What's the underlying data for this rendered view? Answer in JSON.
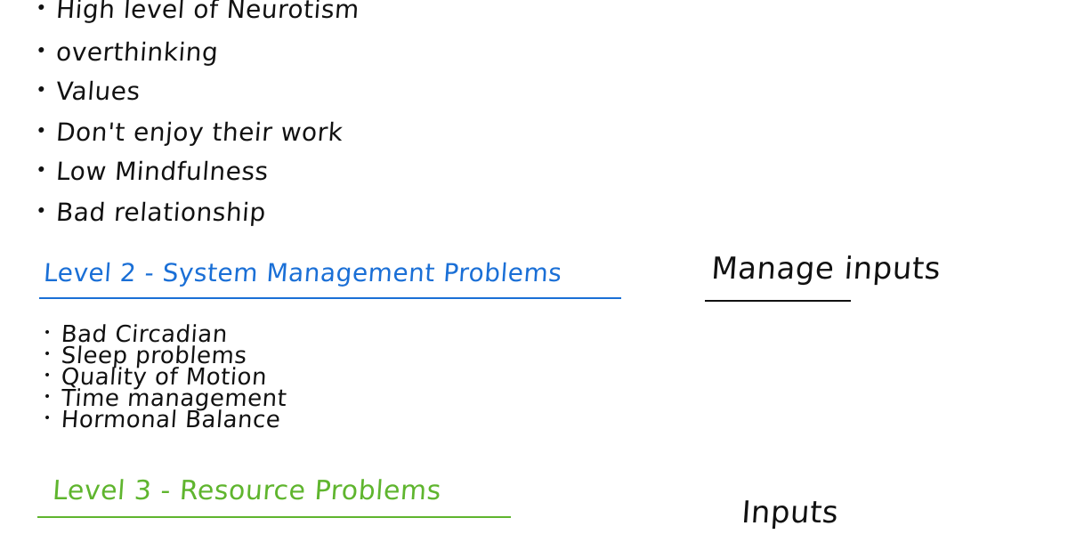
{
  "level1_items": [
    "High level of Neurotism",
    "overthinking",
    "Values",
    "Don't enjoy their work",
    "Low Mindfulness",
    "Bad relationship"
  ],
  "level2": {
    "heading": "Level 2 - System Management Problems",
    "items": [
      "Bad Circadian",
      "Sleep problems",
      "Quality of Motion",
      "Time management",
      "Hormonal Balance"
    ]
  },
  "level3": {
    "heading": "Level 3 - Resource Problems"
  },
  "notes": {
    "manage_inputs": "Manage inputs",
    "inputs": "Inputs"
  },
  "colors": {
    "ink": "#111111",
    "level2": "#1a6fd6",
    "level3": "#5fb52e"
  }
}
